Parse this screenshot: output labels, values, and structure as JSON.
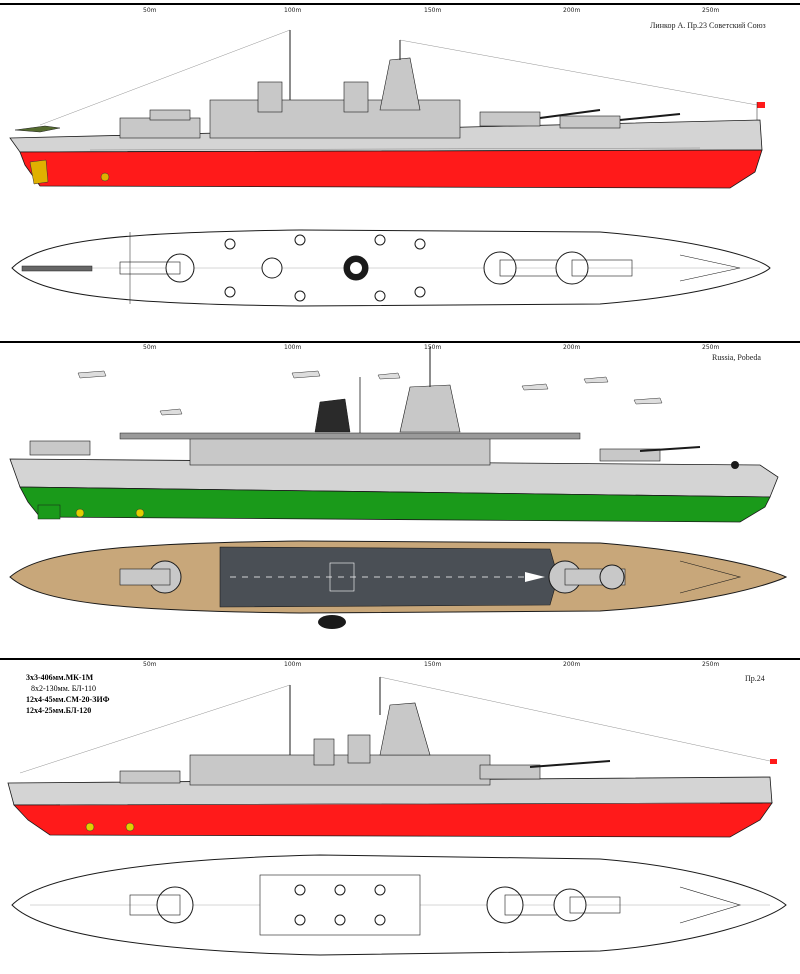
{
  "scale_ticks": [
    "50m",
    "100m",
    "150m",
    "200m",
    "250m"
  ],
  "panels": [
    {
      "caption": "Линкор А.   Пр.23 Советский Союз",
      "hull_color": "#ff1a1a"
    },
    {
      "caption": "Russia, Pobeda",
      "hull_color": "#1a9a1a",
      "flight_deck_color": "#4a4f55",
      "wood_deck_color": "#c8a77a"
    },
    {
      "caption": "Пр.24",
      "hull_color": "#ff1a1a",
      "armament": [
        "3x3-406мм.МК-1М",
        "8x2-130мм. БЛ-110",
        "12x4-45мм.СМ-20-ЗИФ",
        "12x4-25мм.БЛ-120"
      ]
    }
  ],
  "colors": {
    "superstructure": "#c8c8c8",
    "hull_grey": "#d4d4d4",
    "outline": "#1a1a1a"
  }
}
